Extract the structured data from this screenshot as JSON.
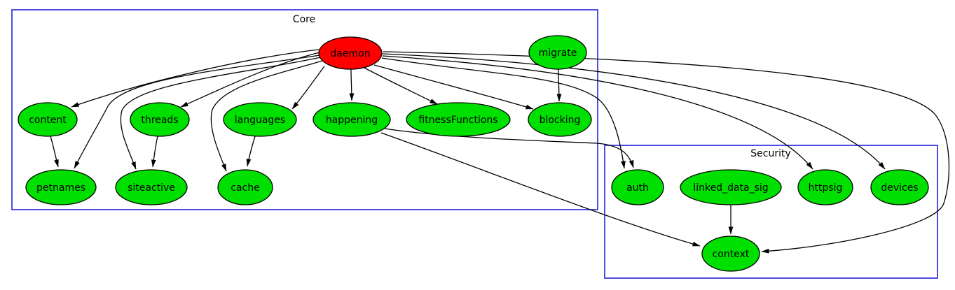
{
  "clusters": {
    "core": {
      "label": "Core",
      "nodes": [
        "daemon",
        "migrate",
        "content",
        "threads",
        "languages",
        "happening",
        "fitnessFunctions",
        "blocking",
        "petnames",
        "siteactive",
        "cache"
      ]
    },
    "security": {
      "label": "Security",
      "nodes": [
        "auth",
        "linked_data_sig",
        "httpsig",
        "devices",
        "context"
      ]
    }
  },
  "nodes": {
    "daemon": {
      "label": "daemon",
      "fill": "#ff0000"
    },
    "migrate": {
      "label": "migrate",
      "fill": "#00e000"
    },
    "content": {
      "label": "content",
      "fill": "#00e000"
    },
    "threads": {
      "label": "threads",
      "fill": "#00e000"
    },
    "languages": {
      "label": "languages",
      "fill": "#00e000"
    },
    "happening": {
      "label": "happening",
      "fill": "#00e000"
    },
    "fitnessFunctions": {
      "label": "fitnessFunctions",
      "fill": "#00e000"
    },
    "blocking": {
      "label": "blocking",
      "fill": "#00e000"
    },
    "petnames": {
      "label": "petnames",
      "fill": "#00e000"
    },
    "siteactive": {
      "label": "siteactive",
      "fill": "#00e000"
    },
    "cache": {
      "label": "cache",
      "fill": "#00e000"
    },
    "auth": {
      "label": "auth",
      "fill": "#00e000"
    },
    "linked_data_sig": {
      "label": "linked_data_sig",
      "fill": "#00e000"
    },
    "httpsig": {
      "label": "httpsig",
      "fill": "#00e000"
    },
    "devices": {
      "label": "devices",
      "fill": "#00e000"
    },
    "context": {
      "label": "context",
      "fill": "#00e000"
    }
  },
  "edges": [
    {
      "from": "daemon",
      "to": "content"
    },
    {
      "from": "daemon",
      "to": "threads"
    },
    {
      "from": "daemon",
      "to": "languages"
    },
    {
      "from": "daemon",
      "to": "happening"
    },
    {
      "from": "daemon",
      "to": "fitnessFunctions"
    },
    {
      "from": "daemon",
      "to": "blocking"
    },
    {
      "from": "daemon",
      "to": "petnames"
    },
    {
      "from": "daemon",
      "to": "siteactive"
    },
    {
      "from": "daemon",
      "to": "cache"
    },
    {
      "from": "daemon",
      "to": "auth"
    },
    {
      "from": "daemon",
      "to": "httpsig"
    },
    {
      "from": "daemon",
      "to": "devices"
    },
    {
      "from": "daemon",
      "to": "context"
    },
    {
      "from": "migrate",
      "to": "blocking"
    },
    {
      "from": "content",
      "to": "petnames"
    },
    {
      "from": "threads",
      "to": "siteactive"
    },
    {
      "from": "languages",
      "to": "cache"
    },
    {
      "from": "happening",
      "to": "auth"
    },
    {
      "from": "happening",
      "to": "context"
    },
    {
      "from": "linked_data_sig",
      "to": "context"
    }
  ],
  "colors": {
    "node_green": "#00e000",
    "node_red": "#ff0000",
    "cluster_border": "#3b3bdd",
    "edge": "#000000",
    "background": "#ffffff"
  }
}
